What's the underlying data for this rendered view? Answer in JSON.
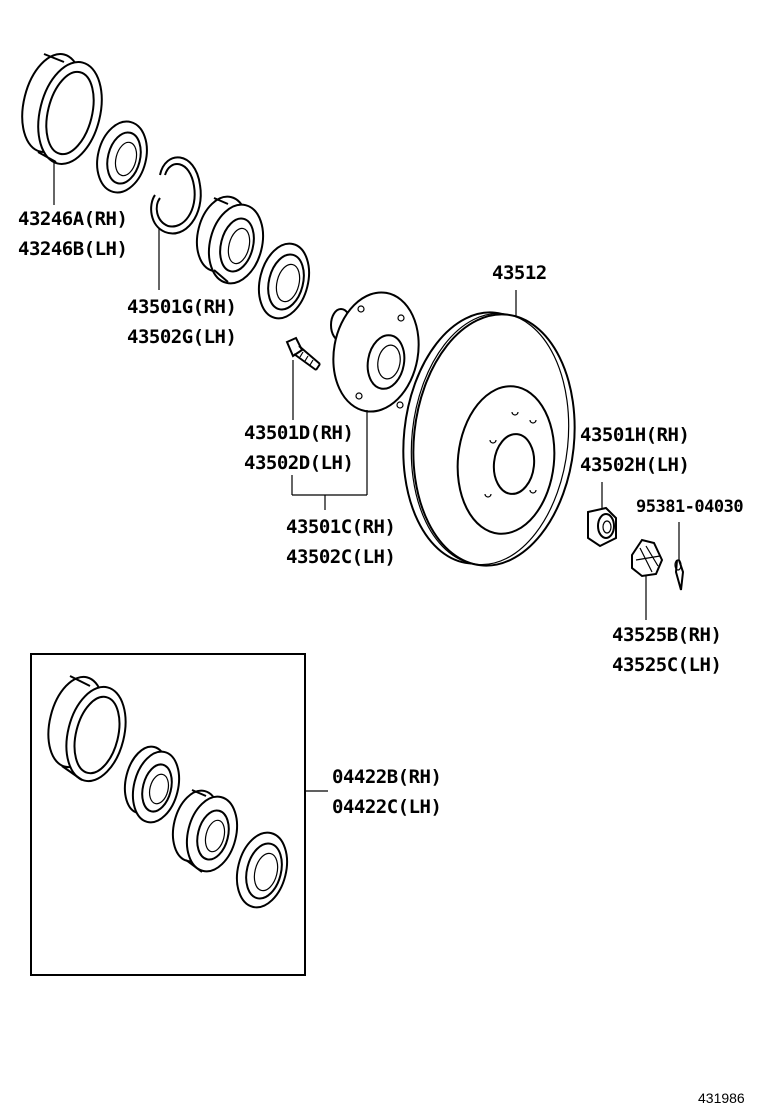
{
  "labels": {
    "seal_a": "43246A(RH)",
    "seal_b": "43246B(LH)",
    "snapring_rh": "43501G(RH)",
    "snapring_lh": "43502G(LH)",
    "bolt_rh": "43501D(RH)",
    "bolt_lh": "43502D(LH)",
    "hub_rh": "43501C(RH)",
    "hub_lh": "43502C(LH)",
    "disc": "43512",
    "nut_rh": "43501H(RH)",
    "nut_lh": "43502H(LH)",
    "pin": "95381-04030",
    "cap_rh": "43525B(RH)",
    "cap_lh": "43525C(LH)",
    "kit_rh": "04422B(RH)",
    "kit_lh": "04422C(LH)"
  },
  "figure_id": "431986"
}
